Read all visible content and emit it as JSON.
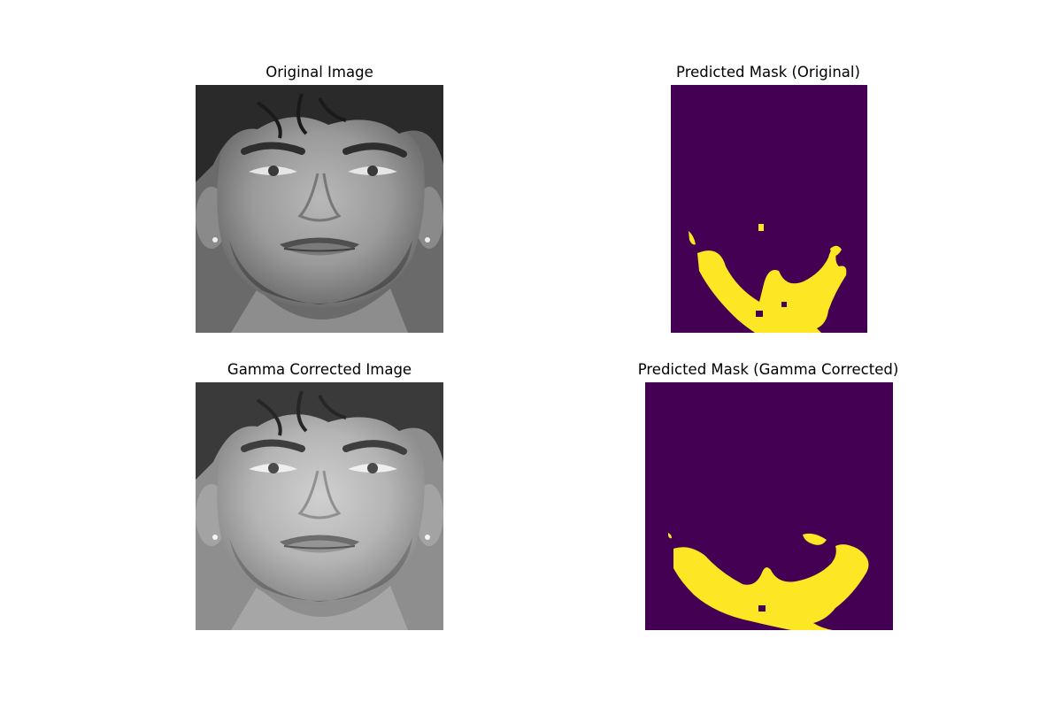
{
  "figure": {
    "panels": [
      {
        "id": "original",
        "title": "Original Image"
      },
      {
        "id": "mask_original",
        "title": "Predicted Mask (Original)"
      },
      {
        "id": "gamma",
        "title": "Gamma Corrected Image"
      },
      {
        "id": "mask_gamma",
        "title": "Predicted Mask (Gamma Corrected)"
      }
    ]
  },
  "colors": {
    "mask_background": "#440154",
    "mask_foreground": "#fde725"
  }
}
